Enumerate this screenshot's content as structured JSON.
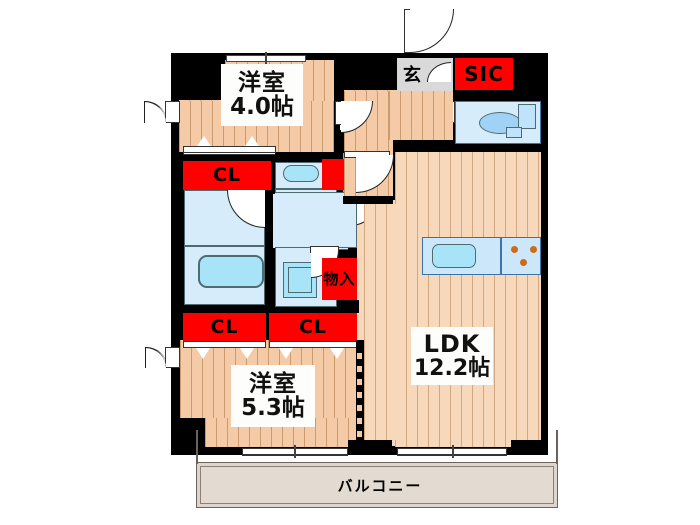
{
  "plan": {
    "type": "floor-plan",
    "layout_code": "2LDK",
    "unit": "帖 (jo / tatami mats)",
    "rooms": [
      {
        "id": "washitsu-north",
        "name": "洋室",
        "size": "4.0帖",
        "kind": "western-style bedroom"
      },
      {
        "id": "washitsu-south",
        "name": "洋室",
        "size": "5.3帖",
        "kind": "western-style bedroom"
      },
      {
        "id": "ldk",
        "name": "LDK",
        "size": "12.2帖",
        "kind": "living-dining-kitchen"
      }
    ],
    "labels": {
      "entrance": "玄",
      "shoe_closet": "SIC",
      "closet_north": "CL",
      "closet_south_left": "CL",
      "closet_south_right": "CL",
      "storage": "物入",
      "balcony": "バルコニー"
    },
    "fixtures": [
      "bathtub",
      "vanity-sink",
      "washing-machine",
      "toilet",
      "kitchen-sink",
      "three-burner-stove"
    ],
    "colors": {
      "wall": "#000000",
      "floor_wood": "#f4cba6",
      "water_area": "#d6ecfb",
      "label_red": "#ff0000",
      "balcony": "#ded5cc",
      "entrance_tile": "#d9d9d9"
    }
  }
}
